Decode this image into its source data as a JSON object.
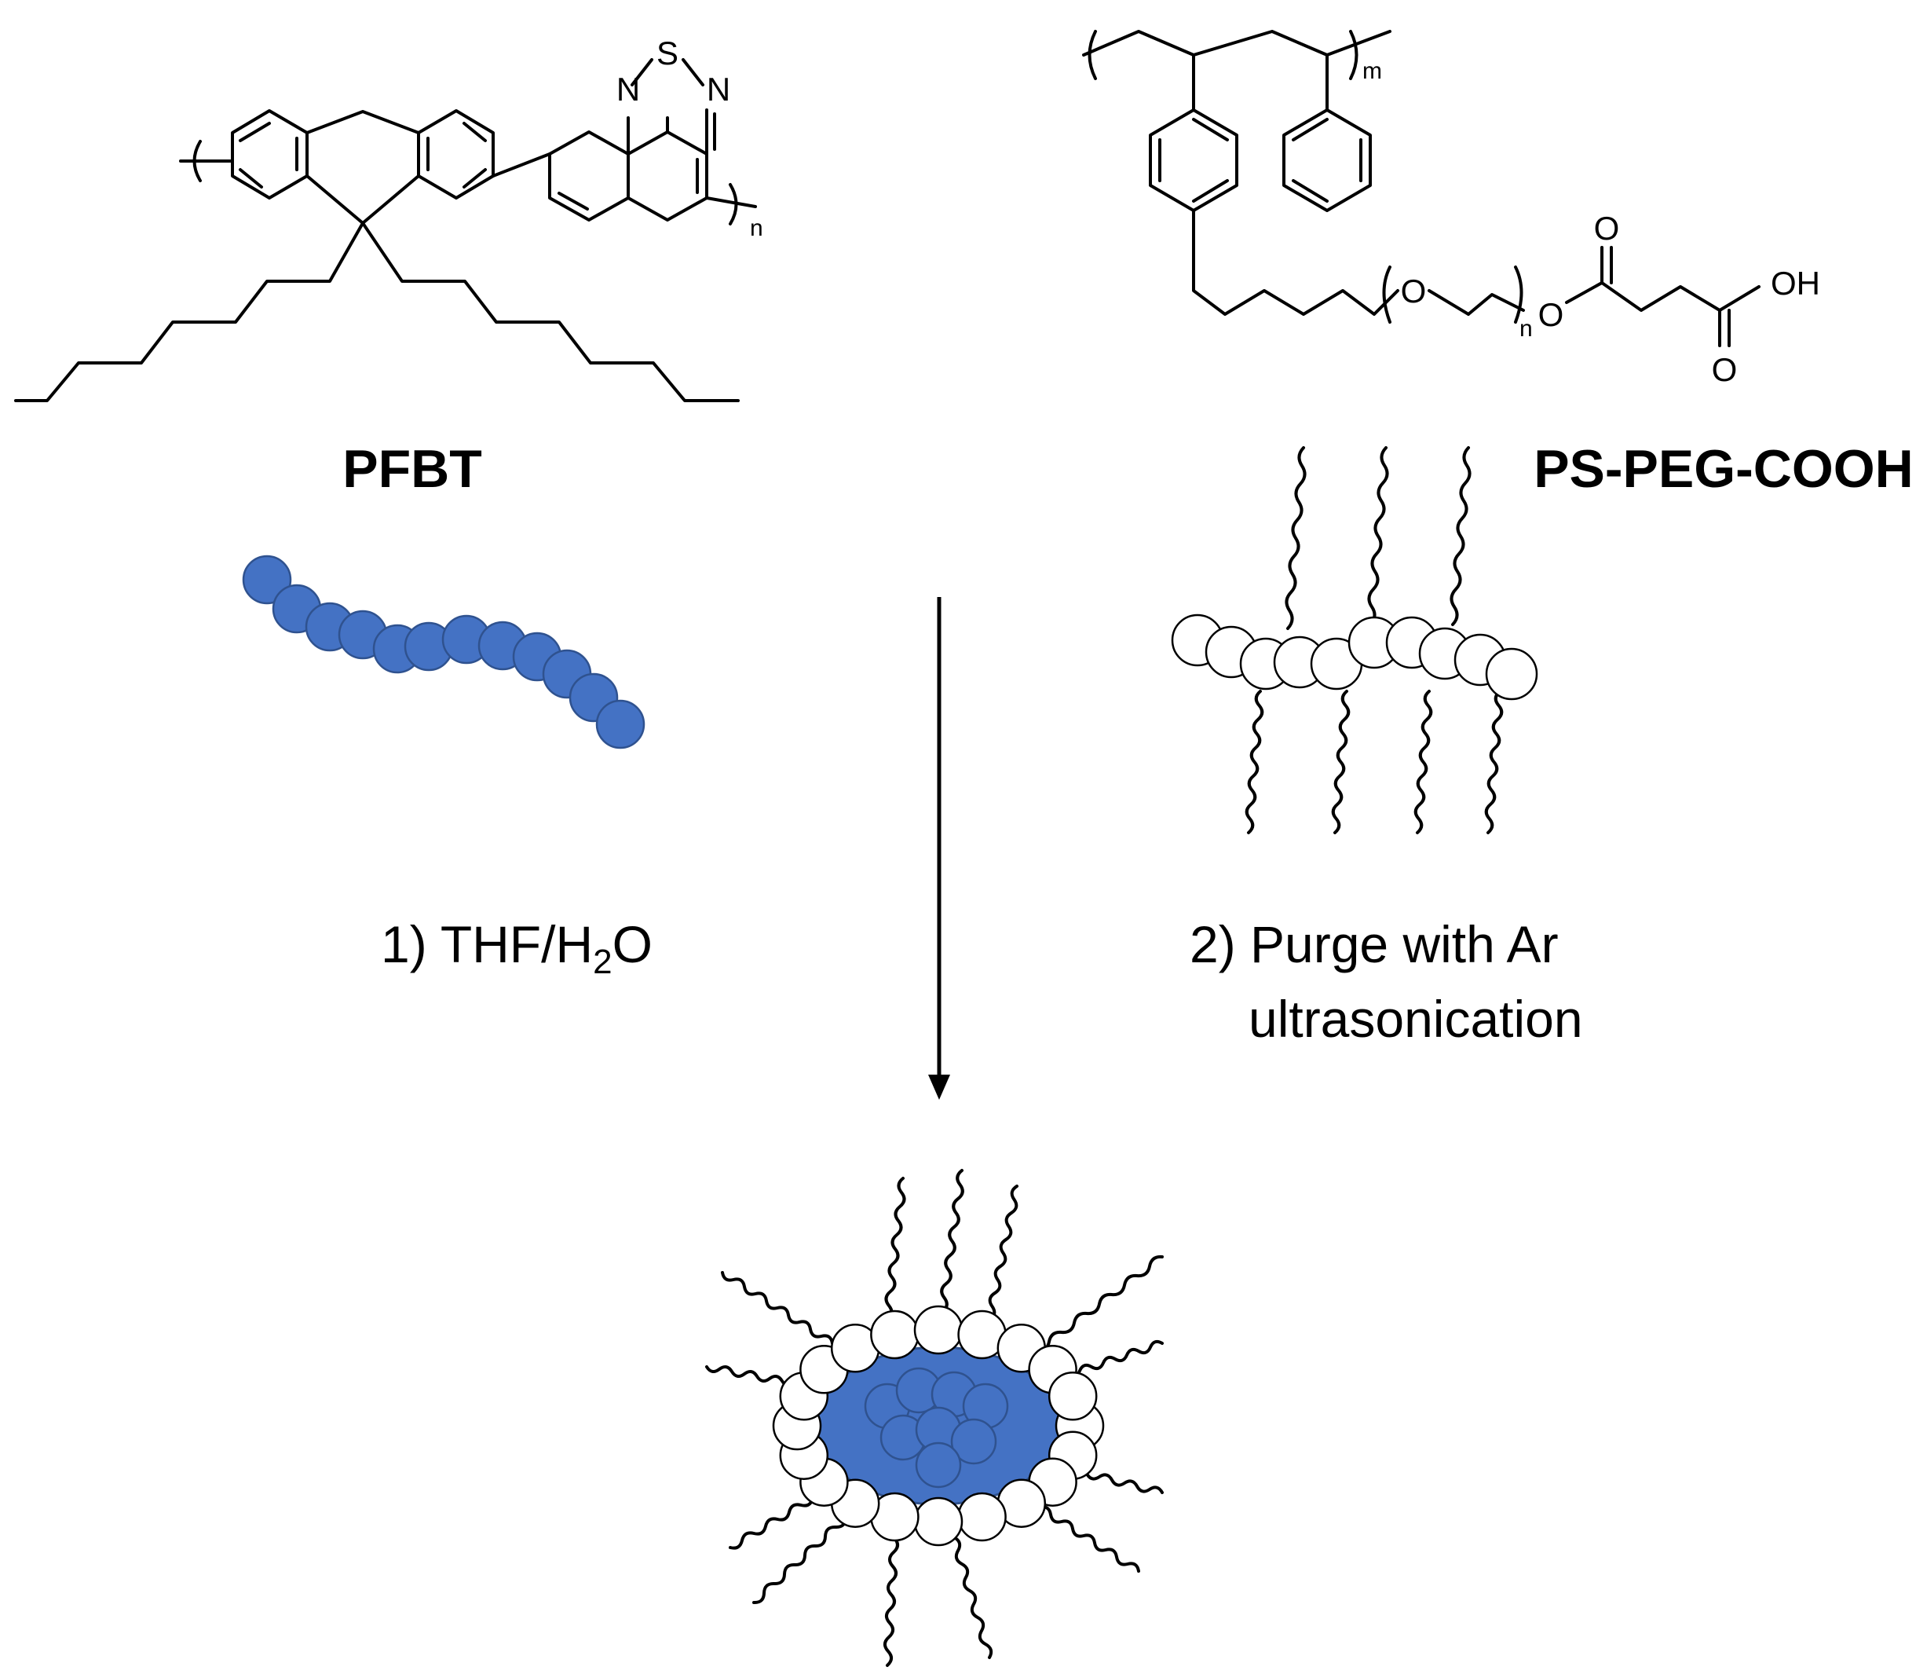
{
  "pfbt": {
    "name": "PFBT",
    "atom_s": "S",
    "atom_n": "N",
    "repeat": "n"
  },
  "psp": {
    "name": "PS-PEG-COOH",
    "atom_o": "O",
    "atom_oh": "OH",
    "repeat_m": "m",
    "repeat_n": "n"
  },
  "steps": {
    "step1_main": "1) THF/H",
    "step1_sub": "2",
    "step1_tail": "O",
    "step2_line1": "2) Purge with Ar",
    "step2_line2": "ultrasonication"
  },
  "colors": {
    "pfbt_bead": "#4472c4",
    "pfbt_bead_edge": "#2f528f",
    "peg_bead": "#ffffff",
    "outline": "#000000"
  }
}
